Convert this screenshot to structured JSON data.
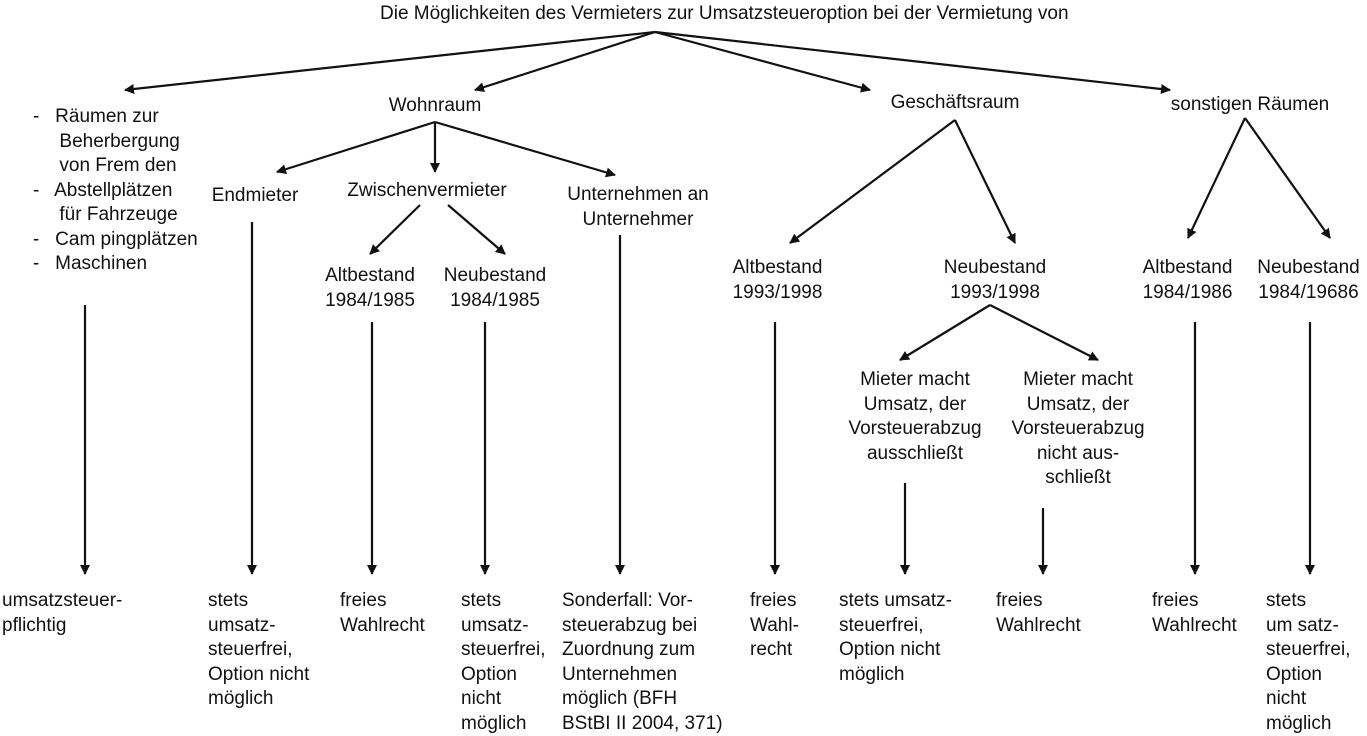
{
  "title": "Die Möglichkeiten des Vermieters zur Umsatzsteueroption bei der Vermietung von",
  "branches": {
    "other_rooms_list": "-   Räumen zur\n     Beherbergung\n     von Frem den\n-   Abstellplätzen\n     für Fahrzeuge\n-   Cam pingplätzen\n-   Maschinen",
    "wohnraum": "Wohnraum",
    "geschaeftsraum": "Geschäftsraum",
    "sonstige": "sonstigen Räumen"
  },
  "wohnraum": {
    "endmieter": "Endmieter",
    "zwischenvermieter": "Zwischenvermieter",
    "unternehmen": "Unternehmen an\nUnternehmer",
    "altbestand": "Altbestand\n1984/1985",
    "neubestand": "Neubestand\n1984/1985"
  },
  "geschaeftsraum": {
    "altbestand": "Altbestand\n1993/1998",
    "neubestand": "Neubestand\n1993/1998",
    "mieter_ausschliesst": "Mieter macht\nUmsatz, der\nVorsteuerabzug\nausschließt",
    "mieter_nicht_ausschliesst": "Mieter macht\nUmsatz, der\nVorsteuerabzug\nnicht aus-\nschließt"
  },
  "sonstige": {
    "altbestand": "Altbestand\n1984/1986",
    "neubestand": "Neubestand\n1984/19686"
  },
  "results": {
    "r1": "umsatzsteuer-\npflichtig",
    "r2": "stets\numsatz-\nsteuerfrei,\nOption nicht\nmöglich",
    "r3": "freies\nWahlrecht",
    "r4": "stets\numsatz-\nsteuerfrei,\nOption\nnicht\nmöglich",
    "r5": "Sonderfall: Vor-\nsteuerabzug bei\nZuordnung zum\nUnternehmen\nmöglich (BFH\nBStBI II 2004, 371)",
    "r6": "freies\nWahl-\nrecht",
    "r7": "stets umsatz-\nsteuerfrei,\nOption nicht\nmöglich",
    "r8": "freies\nWahlrecht",
    "r9": "freies\nWahlrecht",
    "r10": "stets\num satz-\nsteuerfrei,\nOption\nnicht\nmöglich"
  }
}
